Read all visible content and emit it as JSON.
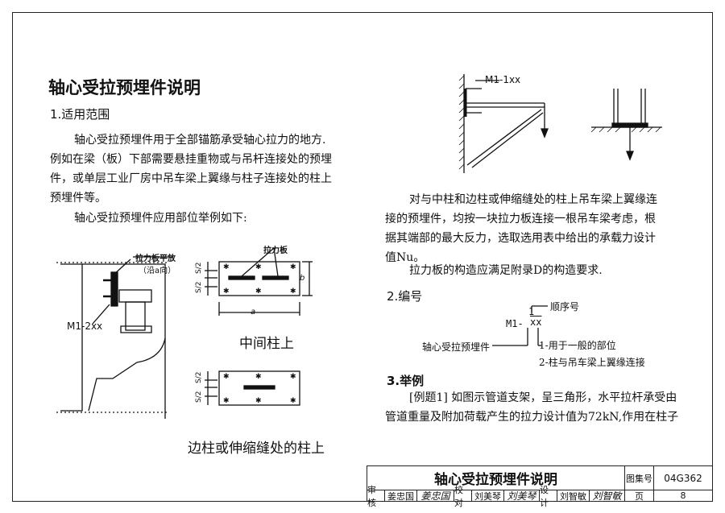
{
  "doc": {
    "title": "轴心受拉预埋件说明",
    "s1_heading": "1.适用范围",
    "s1_p1_l1": "轴心受拉预埋件用于全部锚筋承受轴心拉力的地方.",
    "s1_p1_l2": "例如在梁（板）下部需要悬挂重物或与吊杆连接处的预埋",
    "s1_p1_l3": "件，或单层工业厂房中吊车梁上翼缘与柱子连接处的柱上",
    "s1_p1_l4": "预埋件等。",
    "s1_p2": "轴心受拉预埋件应用部位举例如下:",
    "right_p1_l1": "对与中柱和边柱或伸缩缝处的柱上吊车梁上翼缘连",
    "right_p1_l2": "接的预埋件，均按一块拉力板连接一根吊车梁考虑，根",
    "right_p1_l3": "据其端部的最大反力，选取选用表中给出的承载力设计",
    "right_p1_l4": "值Nu。",
    "right_p2": "拉力板的构造应满足附录D的构造要求.",
    "s2_heading": "2.编号",
    "s2_code": "M1-",
    "s2_code_top": "1",
    "s2_code_bottom": "xx",
    "s2_seq": "顺序号",
    "s2_label": "轴心受拉预埋件",
    "s2_opt1": "1-用于一般的部位",
    "s2_opt2": "2-柱与吊车梁上翼缘连接",
    "s3_heading": "3.举例",
    "s3_p_l1": "[例题1] 如图示管道支架，呈三角形，水平拉杆承受由",
    "s3_p_l2": "管道重量及附加荷载产生的拉力设计值为72kN,作用在柱子"
  },
  "figures": {
    "left_label_top": "拉力板平放",
    "left_label_top2": "（沿a向）",
    "left_label_m": "M1-2xx",
    "plate_label": "拉力板",
    "dim_s2": "S/2",
    "dim_b": "b",
    "dim_a": "a",
    "mid_caption": "中间柱上",
    "edge_caption": "边柱或伸缩缝处的柱上",
    "bracket_label": "M1-1xx"
  },
  "title_block": {
    "title": "轴心受拉预埋件说明",
    "atlas_label": "图集号",
    "atlas_no": "04G362",
    "review_label": "审核",
    "review_name": "姜忠国",
    "review_sig": "姜忠国",
    "check_label": "校对",
    "check_name": "刘美琴",
    "check_sig": "刘美琴",
    "design_label": "设计",
    "design_name": "刘智敏",
    "design_sig": "刘智敏",
    "page_label": "页",
    "page_no": "8"
  }
}
